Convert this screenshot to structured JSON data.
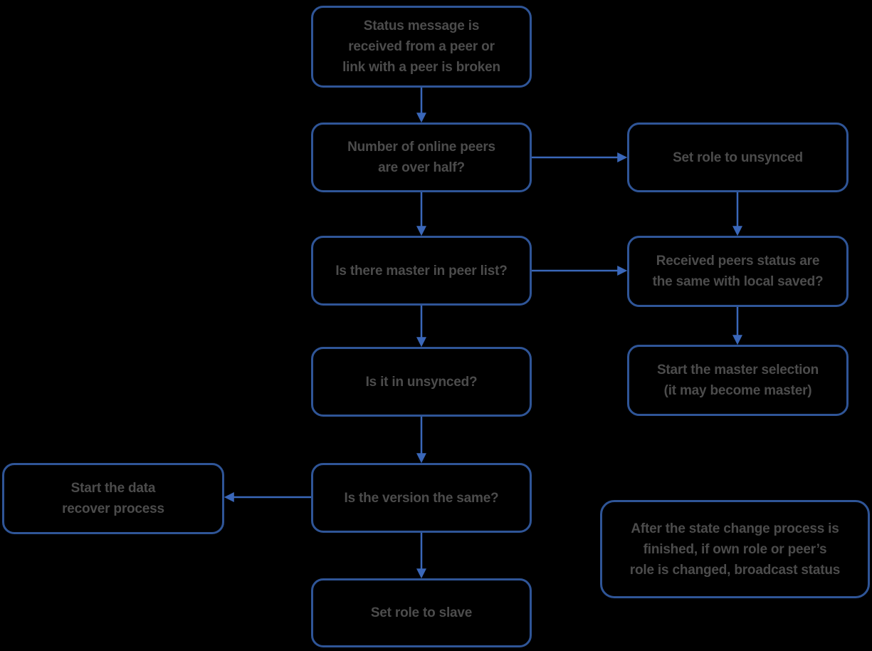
{
  "diagram": {
    "title": "Peer role / state change flowchart",
    "colors": {
      "bg_color": "#000000",
      "box_border_color": "#2F5597",
      "arrow_color": "#3A67B9",
      "text_color": "#4c4c4c"
    },
    "nodes": {
      "status_received": {
        "label": "Status message is\nreceived from a peer or\nlink with a peer is broken"
      },
      "peers_over_half": {
        "label": "Number of online peers\nare over half?"
      },
      "set_role_unsynced": {
        "label": "Set role to unsynced"
      },
      "master_in_peer_list": {
        "label": "Is there master in peer list?"
      },
      "peers_status_same": {
        "label": "Received peers status are\nthe same with local saved?"
      },
      "is_in_unsynced": {
        "label": "Is it in unsynced?"
      },
      "start_master_selection": {
        "label": "Start the master selection\n(it may become master)"
      },
      "start_data_recover": {
        "label": "Start the data\nrecover process"
      },
      "version_same": {
        "label": "Is the version the same?"
      },
      "set_role_slave": {
        "label": "Set role to slave"
      },
      "broadcast_note": {
        "label": "After the state change process is\nfinished, if own role or peer’s\nrole is changed, broadcast status"
      }
    },
    "edges": [
      {
        "from": "status_received",
        "to": "peers_over_half",
        "direction": "down"
      },
      {
        "from": "peers_over_half",
        "to": "set_role_unsynced",
        "direction": "right"
      },
      {
        "from": "peers_over_half",
        "to": "master_in_peer_list",
        "direction": "down"
      },
      {
        "from": "set_role_unsynced",
        "to": "peers_status_same",
        "direction": "down"
      },
      {
        "from": "master_in_peer_list",
        "to": "peers_status_same",
        "direction": "right"
      },
      {
        "from": "master_in_peer_list",
        "to": "is_in_unsynced",
        "direction": "down"
      },
      {
        "from": "peers_status_same",
        "to": "start_master_selection",
        "direction": "down"
      },
      {
        "from": "is_in_unsynced",
        "to": "version_same",
        "direction": "down"
      },
      {
        "from": "version_same",
        "to": "start_data_recover",
        "direction": "left"
      },
      {
        "from": "version_same",
        "to": "set_role_slave",
        "direction": "down"
      }
    ]
  }
}
